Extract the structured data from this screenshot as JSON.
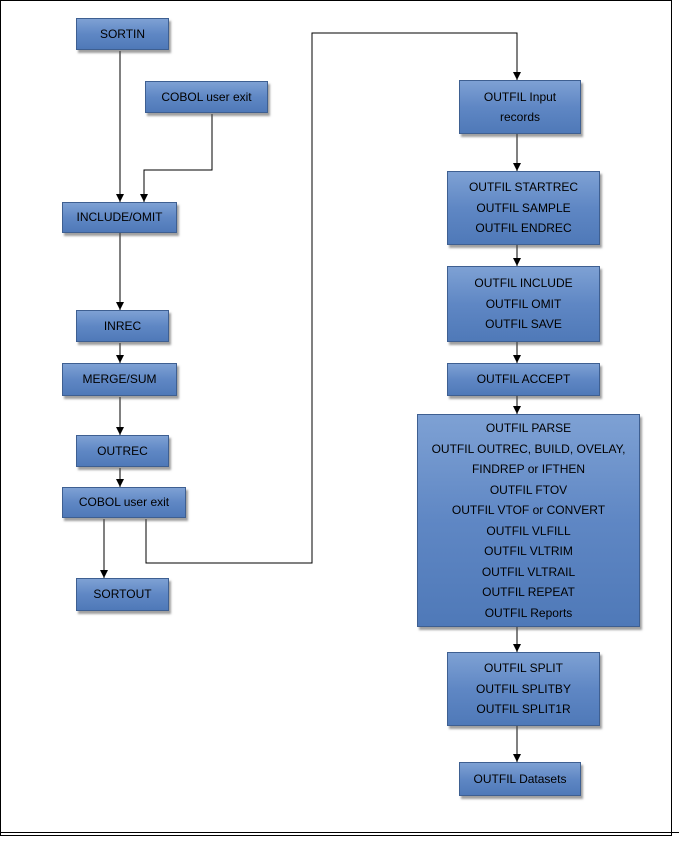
{
  "nodes": [
    {
      "id": "sortin",
      "lines": [
        "SORTIN"
      ]
    },
    {
      "id": "cobol-exit-1",
      "lines": [
        "COBOL user exit"
      ]
    },
    {
      "id": "include-omit",
      "lines": [
        "INCLUDE/OMIT"
      ]
    },
    {
      "id": "inrec",
      "lines": [
        "INREC"
      ]
    },
    {
      "id": "merge-sum",
      "lines": [
        "MERGE/SUM"
      ]
    },
    {
      "id": "outrec",
      "lines": [
        "OUTREC"
      ]
    },
    {
      "id": "cobol-exit-2",
      "lines": [
        "COBOL user exit"
      ]
    },
    {
      "id": "sortout",
      "lines": [
        "SORTOUT"
      ]
    },
    {
      "id": "outfil-input",
      "lines": [
        "OUTFIL Input",
        "records"
      ]
    },
    {
      "id": "outfil-startrec",
      "lines": [
        "OUTFIL STARTREC",
        "OUTFIL SAMPLE",
        "OUTFIL ENDREC"
      ]
    },
    {
      "id": "outfil-include",
      "lines": [
        "OUTFIL INCLUDE",
        "OUTFIL OMIT",
        "OUTFIL SAVE"
      ]
    },
    {
      "id": "outfil-accept",
      "lines": [
        "OUTFIL ACCEPT"
      ]
    },
    {
      "id": "outfil-parse",
      "lines": [
        "OUTFIL PARSE",
        "OUTFIL OUTREC, BUILD, OVELAY,",
        "FINDREP or IFTHEN",
        "OUTFIL FTOV",
        "OUTFIL VTOF or CONVERT",
        "OUTFIL VLFILL",
        "OUTFIL VLTRIM",
        "OUTFIL VLTRAIL",
        "OUTFIL REPEAT",
        "OUTFIL Reports"
      ]
    },
    {
      "id": "outfil-split",
      "lines": [
        "OUTFIL SPLIT",
        "OUTFIL SPLITBY",
        "OUTFIL SPLIT1R"
      ]
    },
    {
      "id": "outfil-datasets",
      "lines": [
        "OUTFIL Datasets"
      ]
    }
  ],
  "edges": [
    [
      "sortin",
      "include-omit"
    ],
    [
      "cobol-exit-1",
      "include-omit"
    ],
    [
      "include-omit",
      "inrec"
    ],
    [
      "inrec",
      "merge-sum"
    ],
    [
      "merge-sum",
      "outrec"
    ],
    [
      "outrec",
      "cobol-exit-2"
    ],
    [
      "cobol-exit-2",
      "sortout"
    ],
    [
      "cobol-exit-2",
      "outfil-input"
    ],
    [
      "outfil-input",
      "outfil-startrec"
    ],
    [
      "outfil-startrec",
      "outfil-include"
    ],
    [
      "outfil-include",
      "outfil-accept"
    ],
    [
      "outfil-accept",
      "outfil-parse"
    ],
    [
      "outfil-parse",
      "outfil-split"
    ],
    [
      "outfil-split",
      "outfil-datasets"
    ]
  ]
}
